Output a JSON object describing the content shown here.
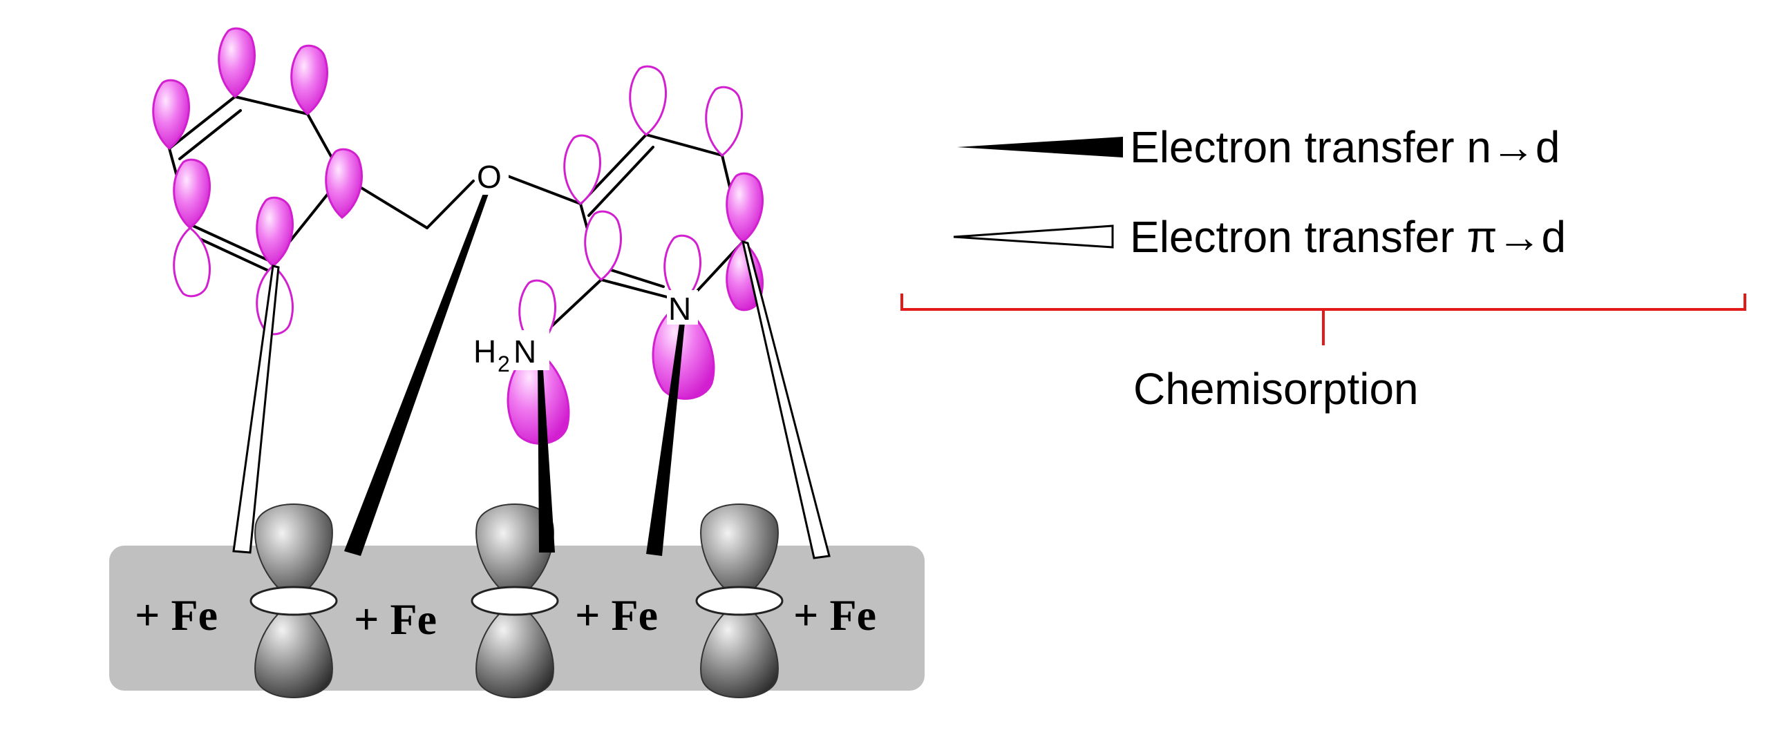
{
  "molecule": {
    "oxygen_label": "O",
    "imine_n_label": "N",
    "amine_label": {
      "h": "H",
      "sub": "2",
      "n": "N"
    }
  },
  "surface": {
    "atoms": [
      {
        "label": "+ Fe"
      },
      {
        "label": "+ Fe"
      },
      {
        "label": "+ Fe"
      },
      {
        "label": "+ Fe"
      }
    ]
  },
  "legend": {
    "items": [
      {
        "label": "Electron transfer n→d",
        "style": "filled-wedge"
      },
      {
        "label": "Electron transfer π→d",
        "style": "hollow-wedge"
      }
    ],
    "group_label": "Chemisorption"
  },
  "colors": {
    "p_orbital": "#e23de0",
    "d_orbital": "#555555",
    "surface": "#c0c0c0",
    "brace": "#e21a1a"
  }
}
